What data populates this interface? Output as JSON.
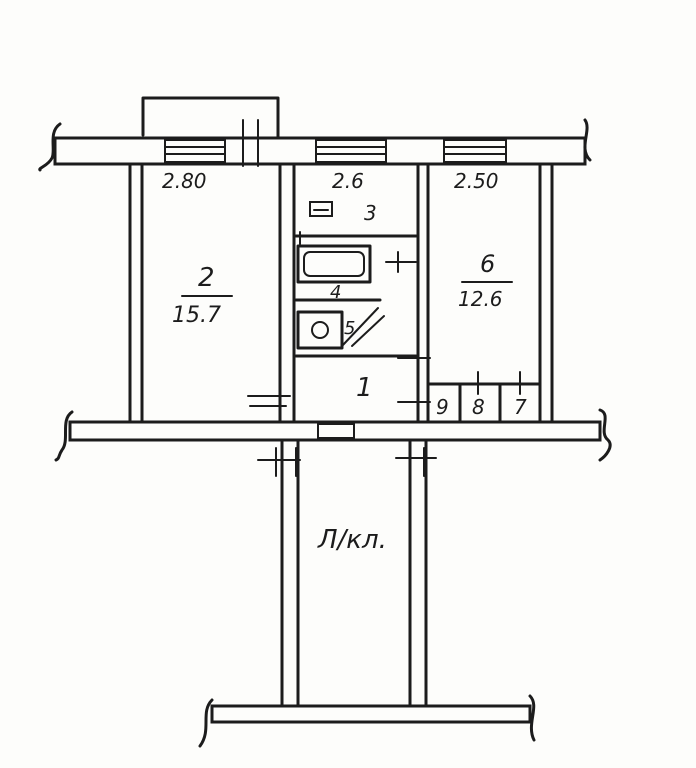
{
  "rooms": [
    {
      "number": "2",
      "area": "15.7"
    },
    {
      "number": "3"
    },
    {
      "number": "4"
    },
    {
      "number": "5"
    },
    {
      "number": "6",
      "area": "12.6"
    },
    {
      "number": "1"
    },
    {
      "number": "9"
    },
    {
      "number": "8"
    },
    {
      "number": "7"
    }
  ],
  "dimensions": [
    "2.80",
    "2.6",
    "2.50"
  ],
  "stair_label": "Л/кл."
}
